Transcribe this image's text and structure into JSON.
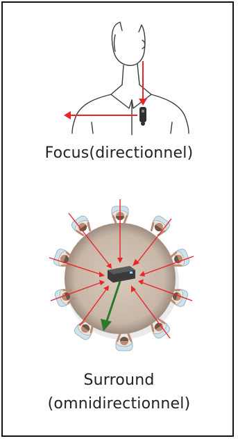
{
  "focus": {
    "caption": "Focus(directionnel)"
  },
  "surround": {
    "caption_line1": "Surround",
    "caption_line2": "(omnidirectionnel)"
  },
  "colors": {
    "frame": "#111111",
    "arrow_red": "#e8262a",
    "arrow_green": "#2b7a2b",
    "table": "#c9b9aa",
    "chair": "#cfe3ee",
    "skin": "#b98b73",
    "hair": "#6b5547",
    "device": "#3a3a3a"
  },
  "icons": {
    "focus": "person-with-clip-mic-icon",
    "surround": "round-table-meeting-icon"
  }
}
